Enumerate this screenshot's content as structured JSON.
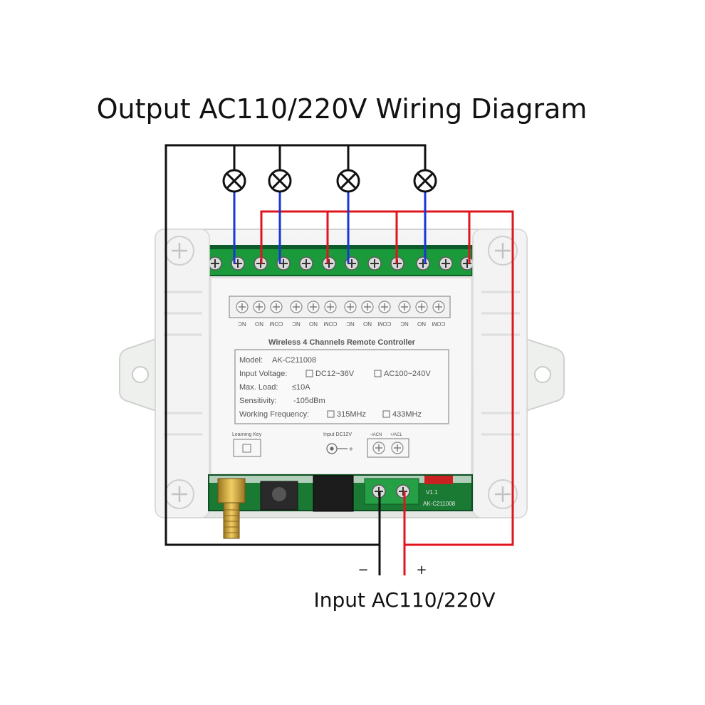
{
  "title": "Output AC110/220V Wiring Diagram",
  "input_label": "Input AC110/220V",
  "input_minus": "−",
  "input_plus": "+",
  "device": {
    "header": "Wireless 4 Channels Remote Controller",
    "terminal_labels": [
      "NC",
      "NO",
      "COM",
      "NC",
      "NO",
      "COM",
      "NC",
      "NO",
      "COM",
      "NC",
      "NO",
      "COM"
    ],
    "model_label": "Model:",
    "model_value": "AK-C211008",
    "input_voltage_label": "Input Voltage:",
    "input_voltage_opt1": "DC12~36V",
    "input_voltage_opt2": "AC100~240V",
    "max_load_label": "Max. Load:",
    "max_load_value": "≤10A",
    "sensitivity_label": "Sensitivity:",
    "sensitivity_value": "-105dBm",
    "freq_label": "Working Frequency:",
    "freq_opt1": "315MHz",
    "freq_opt2": "433MHz",
    "learning_key": "Learning Key",
    "input_dc_label": "Input DC12V",
    "acn_label": "-/ACN",
    "acl_label": "+/ACL",
    "pcb_model": "AK-C211008",
    "pcb_version": "V1.1"
  },
  "colors": {
    "neutral_wire": "#1a36d6",
    "live_wire": "#e0141e",
    "ground_wire": "#111111",
    "terminal_green": "#1b9a3c",
    "housing": "#eef0ee"
  }
}
